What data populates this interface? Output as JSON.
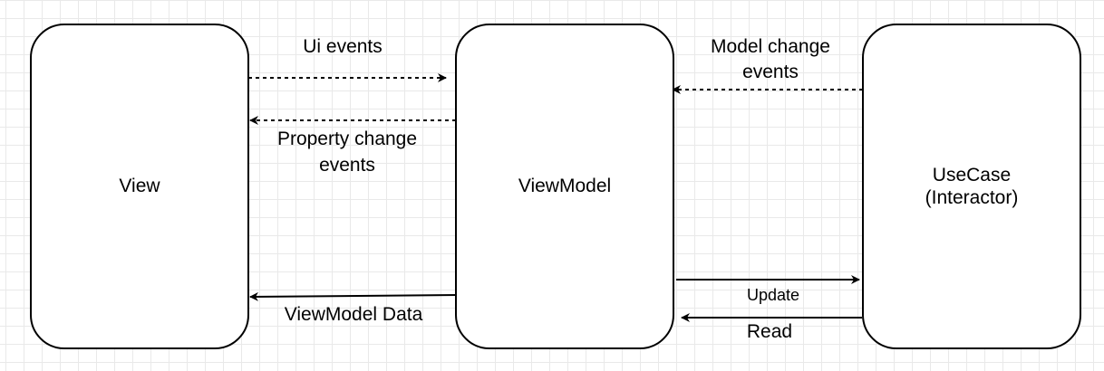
{
  "nodes": {
    "view": {
      "label": "View"
    },
    "viewmodel": {
      "label": "ViewModel"
    },
    "usecase": {
      "label": "UseCase\n(Interactor)"
    }
  },
  "edges": {
    "ui_events": {
      "label": "Ui events",
      "style": "dashed"
    },
    "property_change": {
      "label_line1": "Property change",
      "label_line2": "events",
      "style": "dashed"
    },
    "model_change": {
      "label_line1": "Model change",
      "label_line2": "events",
      "style": "dashed"
    },
    "viewmodel_data": {
      "label": "ViewModel Data",
      "style": "solid"
    },
    "update": {
      "label": "Update",
      "style": "solid"
    },
    "read": {
      "label": "Read",
      "style": "solid"
    }
  }
}
